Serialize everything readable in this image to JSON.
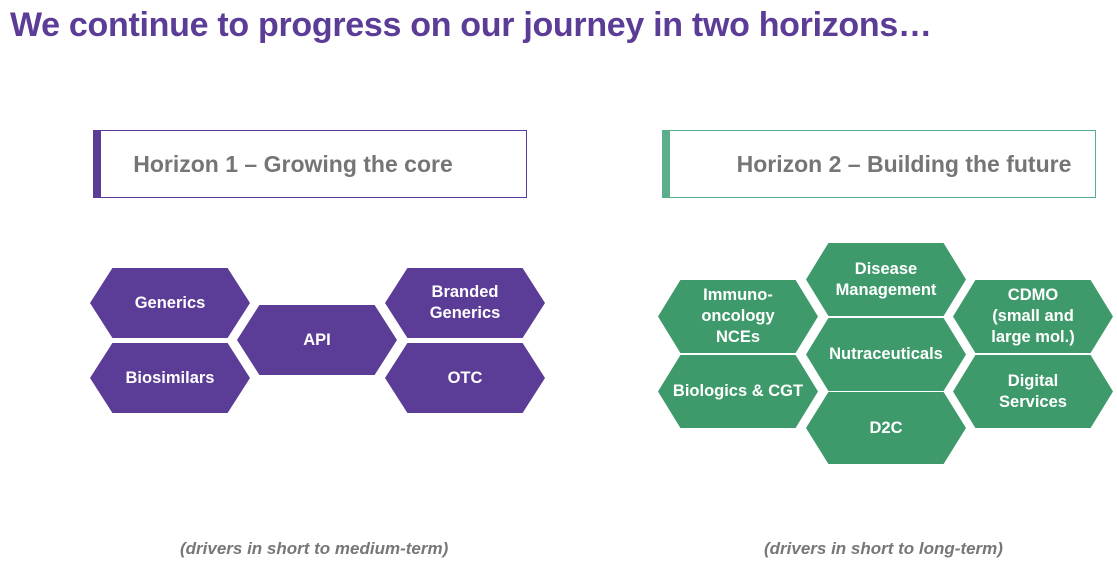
{
  "title": "We continue to progress on our journey in two horizons…",
  "horizon1": {
    "heading": "Horizon 1 – Growing the core",
    "caption": "(drivers in short to medium-term)",
    "items": {
      "generics": "Generics",
      "biosimilars": "Biosimilars",
      "api": "API",
      "branded_generics": "Branded\nGenerics",
      "otc": "OTC"
    }
  },
  "horizon2": {
    "heading": "Horizon 2 – Building the future",
    "caption": "(drivers in short to long-term)",
    "items": {
      "disease_management": "Disease\nManagement",
      "immuno_oncology": "Immuno-\noncology\nNCEs",
      "cdmo": "CDMO\n(small and\nlarge mol.)",
      "nutraceuticals": "Nutraceuticals",
      "biologics_cgt": "Biologics & CGT",
      "digital_services": "Digital\nServices",
      "d2c": "D2C"
    }
  },
  "colors": {
    "title": "#5b3c96",
    "horizon1": "#5b3c96",
    "horizon2_border": "#5aae8a",
    "horizon2_hex": "#3f9a6b",
    "heading_text": "#757575",
    "caption_text": "#777777"
  }
}
